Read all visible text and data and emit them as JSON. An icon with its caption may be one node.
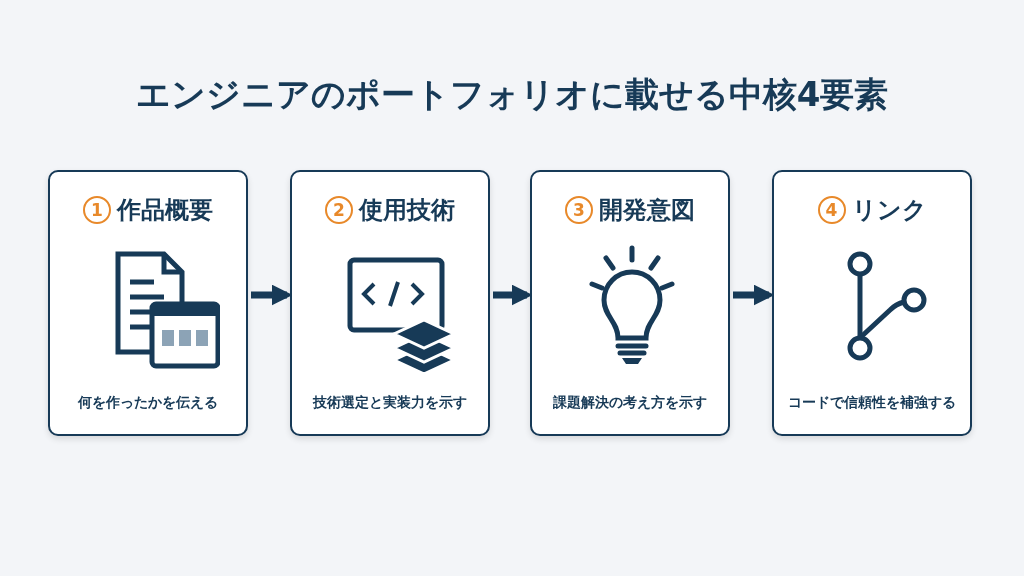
{
  "diagram": {
    "title": "エンジニアのポートフォリオに載せる中核4要素",
    "nodes": [
      {
        "text": [
          "1",
          "作品概要",
          "何を作ったかを伝える"
        ]
      },
      {
        "text": [
          "2",
          "使用技術",
          "技術選定と実装力を示す"
        ]
      },
      {
        "text": [
          "3",
          "開発意図",
          "課題解決の考え方を示す"
        ]
      },
      {
        "text": [
          "4",
          "リンク",
          "コードで信頼性を補強する"
        ]
      }
    ],
    "edges": [
      {
        "from": 0,
        "to": 1,
        "arrow": "to"
      },
      {
        "from": 1,
        "to": 2,
        "arrow": "to"
      },
      {
        "from": 2,
        "to": 3,
        "arrow": "to"
      }
    ]
  }
}
